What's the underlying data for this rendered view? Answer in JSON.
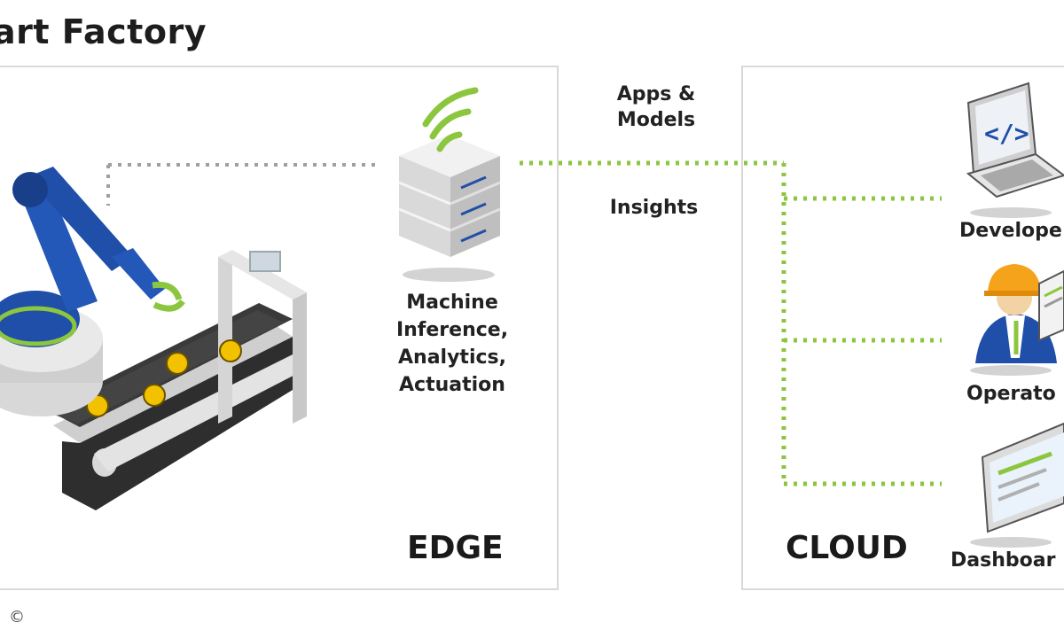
{
  "title": "art Factory",
  "edge": {
    "label": "EDGE",
    "device_caption": [
      "Machine",
      "Inference,",
      "Analytics,",
      "Actuation"
    ]
  },
  "flows": {
    "apps_models": [
      "Apps &",
      "Models"
    ],
    "insights": "Insights"
  },
  "cloud": {
    "label": "CLOUD",
    "roles": [
      "Develope",
      "Operato",
      "Dashboar"
    ]
  },
  "copyright": "©",
  "colors": {
    "accent_green": "#8cc63f",
    "robot_blue": "#1f4fa8",
    "panel_border": "#d9d9d9",
    "gear_yellow": "#f2c200"
  },
  "icons": [
    "robot-arm-icon",
    "conveyor-belt-icon",
    "server-icon",
    "wifi-icon",
    "laptop-icon",
    "worker-icon",
    "dashboard-monitor-icon"
  ]
}
